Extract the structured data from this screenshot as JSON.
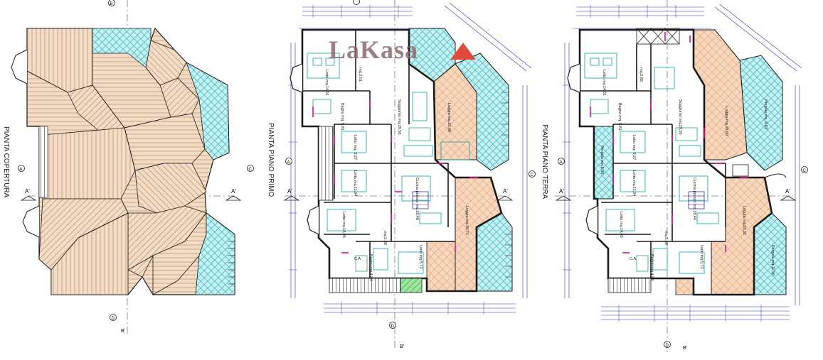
{
  "titles": {
    "roof": "PIANTA COPERTURA",
    "first": "PIANTA PIANO PRIMO",
    "ground": "PIANTA PIANO TERRA"
  },
  "section_marks": {
    "a": "A",
    "b": "B",
    "c": "C",
    "d": "D",
    "a_prime": "A'",
    "b_prime": "B'"
  },
  "logo": {
    "text": "LaKasa"
  },
  "first_floor_labels": [
    {
      "id": "letto1",
      "text": "Letto mq.14,01"
    },
    {
      "id": "bagno1",
      "text": "Bagno mq. 5,81"
    },
    {
      "id": "wc1",
      "text": "mq.2,61"
    },
    {
      "id": "soggiorno1",
      "text": "Soggiorno mq.29,56"
    },
    {
      "id": "loggia1",
      "text": "Loggia mq.16,96"
    },
    {
      "id": "letto2",
      "text": "Letto mq. 9,27"
    },
    {
      "id": "letto3",
      "text": "Letto mq.11,04"
    },
    {
      "id": "cucina1",
      "text": "Cucina pranzo mq.18,40"
    },
    {
      "id": "letto4",
      "text": "Letto mq.14,05"
    },
    {
      "id": "loggia2",
      "text": "Loggia mq.20,71"
    },
    {
      "id": "letto5",
      "text": "Letto mq.5,72"
    },
    {
      "id": "bagno2",
      "text": "Bagno mq.4,84"
    },
    {
      "id": "wc2",
      "text": "mq.2,88"
    },
    {
      "id": "ca1",
      "text": "C.A."
    }
  ],
  "ground_floor_labels": [
    {
      "id": "letto1",
      "text": "Letto mq.14,01"
    },
    {
      "id": "bagno1",
      "text": "Bagno mq. 5,81"
    },
    {
      "id": "wc1",
      "text": "mq.2,88"
    },
    {
      "id": "soggiorno1",
      "text": "Soggiorno mq.29,56"
    },
    {
      "id": "loggia1",
      "text": "Loggia mq.28,80"
    },
    {
      "id": "pergola1",
      "text": "Pergola mq. 9,83"
    },
    {
      "id": "letto2",
      "text": "Letto mq. 9,27"
    },
    {
      "id": "pergola2",
      "text": "Pergola mq.8,90"
    },
    {
      "id": "letto3",
      "text": "Letto mq.11,04"
    },
    {
      "id": "cucina1",
      "text": "Cucina pranzo mq.18,40"
    },
    {
      "id": "letto4",
      "text": "Letto mq.14,05"
    },
    {
      "id": "loggia2",
      "text": "Loggia mq.28,32"
    },
    {
      "id": "letto5",
      "text": "Letto mq.5,72"
    },
    {
      "id": "bagno2",
      "text": "Bagno mq.4,84"
    },
    {
      "id": "wc2",
      "text": "mq.2,88"
    },
    {
      "id": "pergola3",
      "text": "Pergola mq.11,96"
    },
    {
      "id": "ca1",
      "text": "C.A."
    }
  ],
  "colors": {
    "roof_fill": "#f3dcc5",
    "roof_hatch": "#b98a68",
    "glass_fill": "#c8f2f2",
    "glass_hatch": "#3fb9c8",
    "loggia_fill": "#f7d7bd",
    "wall": "#1a1a1a",
    "dim_line": "#2a2ad8",
    "magenta": "#e0109a",
    "green": "#22a86a",
    "logo_red": "#e04a3c"
  }
}
